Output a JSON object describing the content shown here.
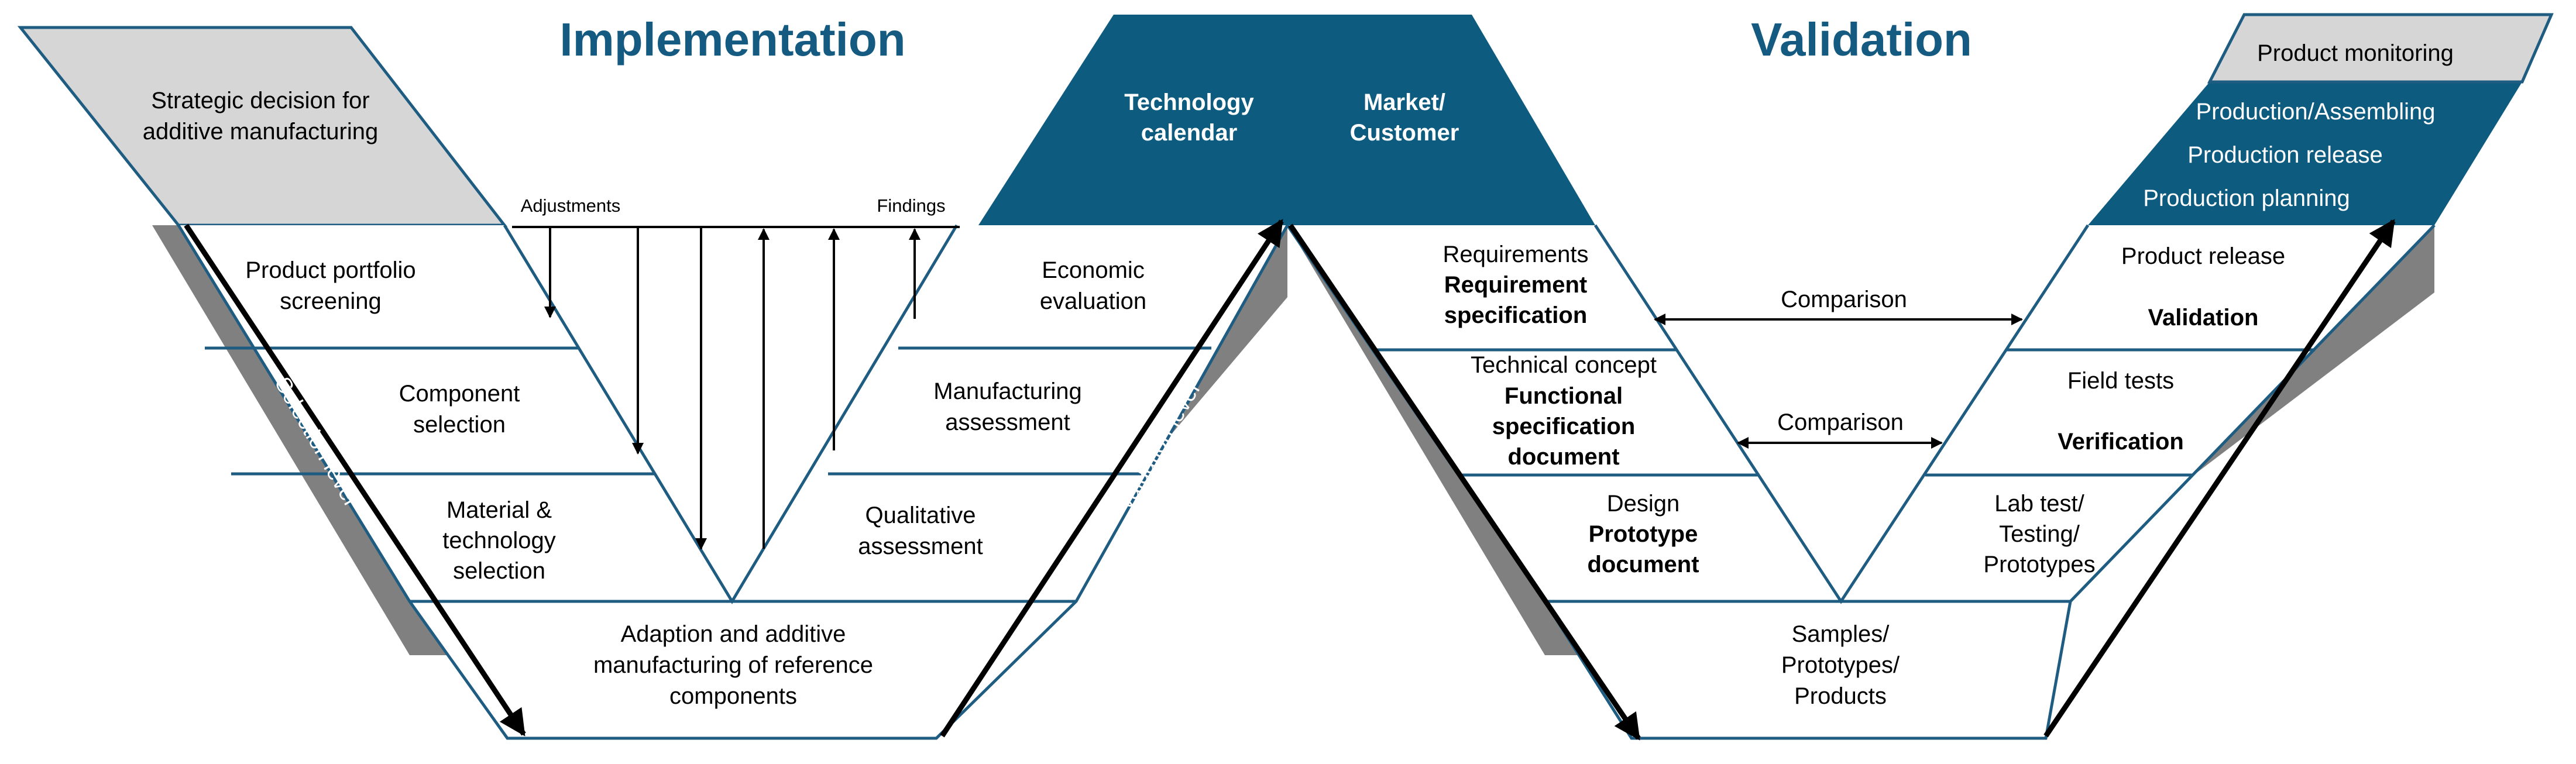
{
  "headings": {
    "implementation": "Implementation",
    "validation": "Validation"
  },
  "left_v": {
    "strategic": [
      "Strategic decision for",
      "additive manufacturing"
    ],
    "technology_calendar": [
      "Technology",
      "calendar"
    ],
    "selection_level": "Selection level",
    "valuation_level": "Valuation level",
    "adjustments": "Adjustments",
    "findings": "Findings",
    "product_portfolio": [
      "Product portfolio",
      "screening"
    ],
    "component_selection": [
      "Component",
      "selection"
    ],
    "material_selection": [
      "Material &",
      "technology",
      "selection"
    ],
    "economic_evaluation": [
      "Economic",
      "evaluation"
    ],
    "manufacturing_assessment": [
      "Manufacturing",
      "assessment"
    ],
    "qualitative_assessment": [
      "Qualitative",
      "assessment"
    ],
    "bottom": [
      "Adaption and additive",
      "manufacturing of reference",
      "components"
    ]
  },
  "right_v": {
    "market_customer": [
      "Market/",
      "Customer"
    ],
    "product_monitoring": "Product monitoring",
    "production_items": [
      "Production/Assembling",
      "Production release",
      "Production planning"
    ],
    "requirements": "Requirements",
    "requirement_spec": [
      "Requirement",
      "specification"
    ],
    "technical_concept": "Technical concept",
    "functional_spec": [
      "Functional",
      "specification",
      "document"
    ],
    "design": "Design",
    "prototype_doc": [
      "Prototype",
      "document"
    ],
    "product_release": "Product release",
    "validation_label": "Validation",
    "field_tests": "Field tests",
    "verification": "Verification",
    "lab_test": [
      "Lab test/",
      "Testing/",
      "Prototypes"
    ],
    "comparison_1": "Comparison",
    "comparison_2": "Comparison",
    "bottom": [
      "Samples/",
      "Prototypes/",
      "Products"
    ]
  },
  "colors": {
    "dark_blue": "#0e5b80",
    "heading_blue": "#155a80",
    "light_gray": "#d6d6d6",
    "shadow_gray": "#808080",
    "border_blue": "#1e5c82"
  }
}
